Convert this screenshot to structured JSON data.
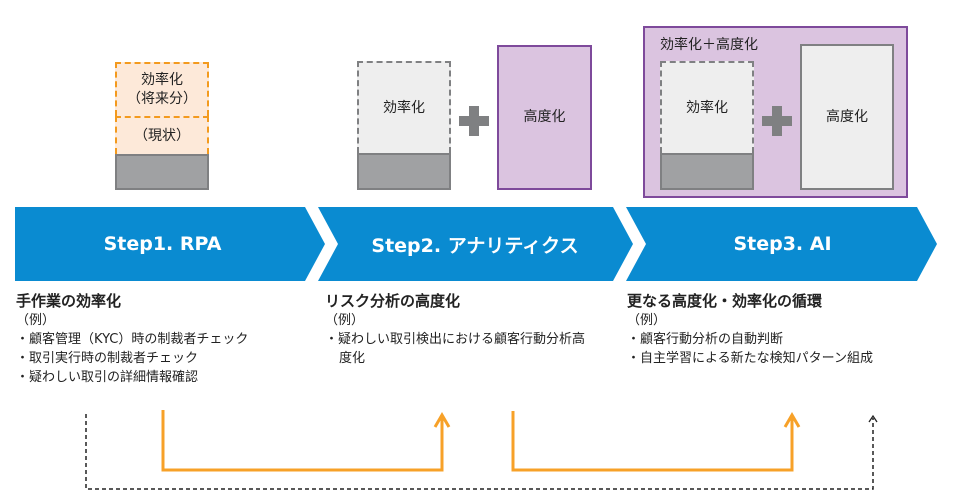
{
  "colors": {
    "step_band": "#0a8bd1",
    "orange_arrow": "#f7a128",
    "purple_border": "#7e4a9b",
    "purple_fill": "#dbc4e0",
    "orange_dashed": "#f39a1e",
    "orange_fill": "#fde9d9",
    "gray_fill": "#a0a1a3",
    "light_fill": "#eeeeee"
  },
  "step1": {
    "box_future_label_line1": "効率化",
    "box_future_label_line2": "（将来分）",
    "box_current_label": "（現状）",
    "band_label": "Step1. RPA",
    "heading": "手作業の効率化",
    "example_label": "（例）",
    "items": [
      "顧客管理（KYC）時の制裁者チェック",
      "取引実行時の制裁者チェック",
      "疑わしい取引の詳細情報確認"
    ]
  },
  "step2": {
    "efficiency_label": "効率化",
    "advancement_label": "高度化",
    "plus_icon": "plus-icon",
    "band_label": "Step2. アナリティクス",
    "heading": "リスク分析の高度化",
    "example_label": "（例）",
    "items": [
      "疑わしい取引検出における顧客行動分析高度化"
    ]
  },
  "step3": {
    "group_title": "効率化＋高度化",
    "efficiency_label": "効率化",
    "advancement_label": "高度化",
    "plus_icon": "plus-icon",
    "band_label": "Step3. AI",
    "heading": "更なる高度化・効率化の循環",
    "example_label": "（例）",
    "items": [
      "顧客行動分析の自動判断",
      "自主学習による新たな検知パターン組成"
    ]
  },
  "flow_arrows": [
    {
      "from": "Step1",
      "to": "Step2",
      "style": "solid-orange"
    },
    {
      "from": "Step2",
      "to": "Step3",
      "style": "solid-orange"
    },
    {
      "from": "Step1",
      "to": "Step3-loop",
      "style": "dashed-black"
    }
  ]
}
